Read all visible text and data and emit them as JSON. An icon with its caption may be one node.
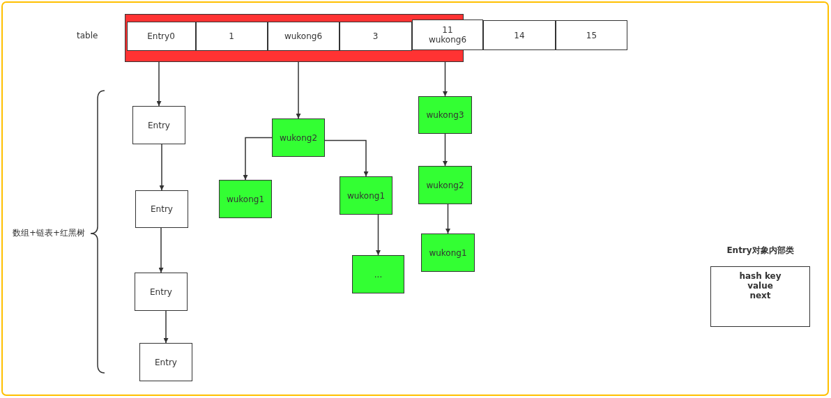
{
  "diagram": {
    "nodes": [
      {
        "text": [],
        "shape": "bar"
      },
      {
        "text": [
          "Entry0"
        ],
        "in": 0
      },
      {
        "text": [
          "1"
        ],
        "in": 0
      },
      {
        "text": [
          "wukong6"
        ],
        "in": 0
      },
      {
        "text": [
          "3"
        ],
        "in": 0
      },
      {
        "text": [
          "11",
          "wukong6"
        ]
      },
      {
        "text": [
          "14"
        ]
      },
      {
        "text": [
          "15"
        ]
      },
      {
        "text": [
          "Entry"
        ]
      },
      {
        "text": [
          "Entry"
        ]
      },
      {
        "text": [
          "Entry"
        ]
      },
      {
        "text": [
          "Entry"
        ]
      },
      {
        "text": [
          "wukong2"
        ]
      },
      {
        "text": [
          "wukong1"
        ]
      },
      {
        "text": [
          "wukong1"
        ]
      },
      {
        "text": [
          "..."
        ]
      },
      {
        "text": [
          "wukong3"
        ]
      },
      {
        "text": [
          "wukong2"
        ]
      },
      {
        "text": [
          "wukong1"
        ]
      },
      {
        "text": [
          "Entry对象内部类",
          "hash key value next"
        ]
      }
    ],
    "edges": [
      {
        "from": 1,
        "to": 8,
        "arrow": "to"
      },
      {
        "from": 3,
        "to": 12,
        "arrow": "to"
      },
      {
        "from": 5,
        "to": 16,
        "arrow": "to"
      },
      {
        "from": 8,
        "to": 9,
        "arrow": "to"
      },
      {
        "from": 9,
        "to": 10,
        "arrow": "to"
      },
      {
        "from": 10,
        "to": 11,
        "arrow": "to"
      },
      {
        "from": 12,
        "to": 13,
        "arrow": "to"
      },
      {
        "from": 12,
        "to": 14,
        "arrow": "to"
      },
      {
        "from": 14,
        "to": 15,
        "arrow": "to"
      },
      {
        "from": 16,
        "to": 17,
        "arrow": "to"
      },
      {
        "from": 17,
        "to": 18,
        "arrow": "to"
      }
    ],
    "labels": [
      "table",
      "数组+链表+红黑树"
    ]
  }
}
